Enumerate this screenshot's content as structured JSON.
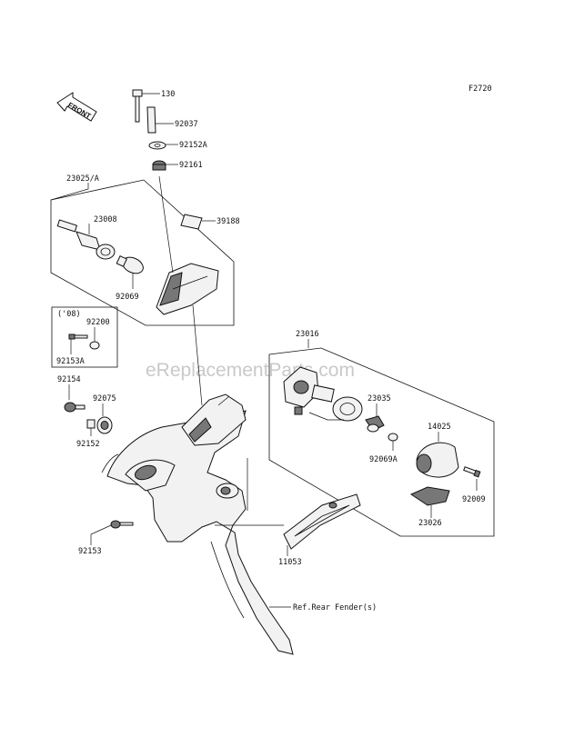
{
  "diagram_id": "F2720",
  "front_marker": "FRONT",
  "watermark": "eReplacementParts.com",
  "ref_note": "Ref.Rear Fender(s)",
  "labels": {
    "p130": "130",
    "p92037": "92037",
    "p92152A": "92152A",
    "p92161": "92161",
    "p23025A": "23025/A",
    "p23008": "23008",
    "p39188": "39188",
    "p92069": "92069",
    "year08": "('08)",
    "p92200": "92200",
    "p92153A": "92153A",
    "p92154": "92154",
    "p92075": "92075",
    "p92152": "92152",
    "p92153": "92153",
    "p23016": "23016",
    "p23035": "23035",
    "p14025": "14025",
    "p92069A": "92069A",
    "p92009": "92009",
    "p23026": "23026",
    "p11053": "11053"
  }
}
